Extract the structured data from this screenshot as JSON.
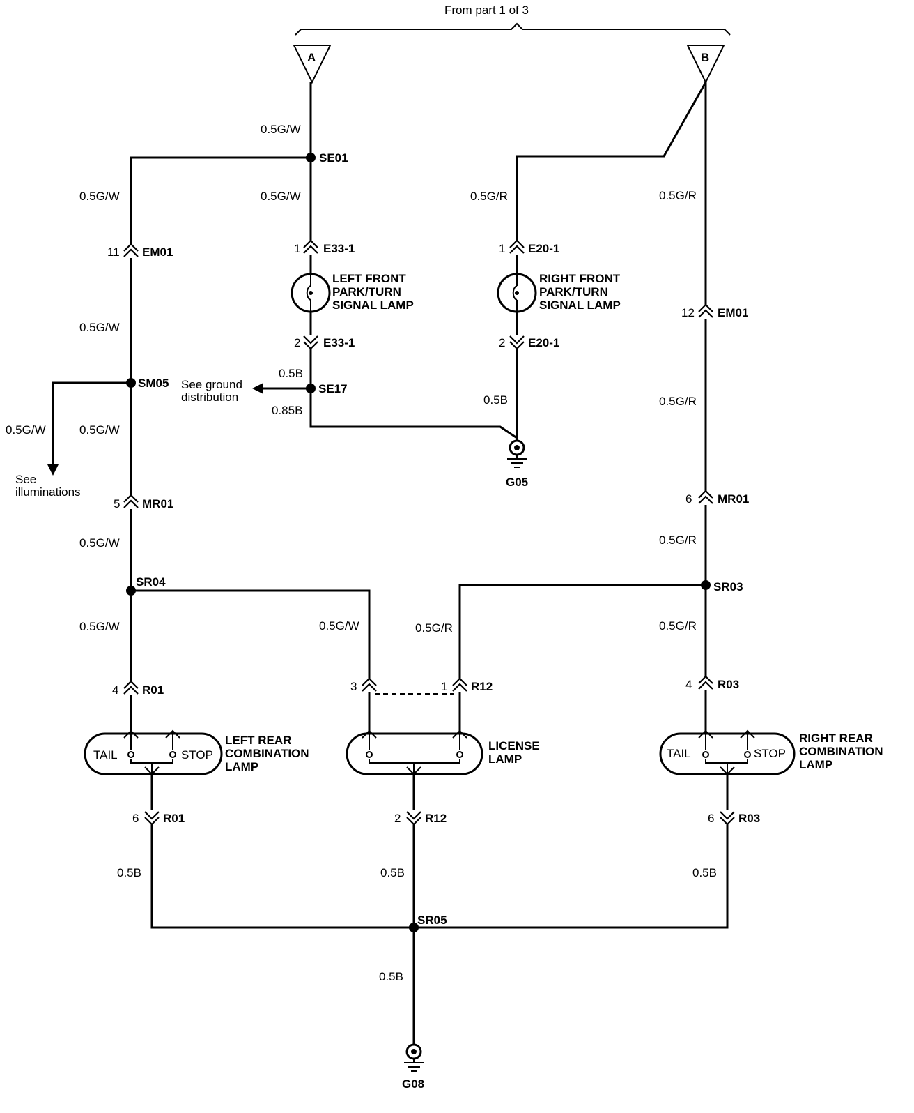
{
  "header": {
    "from_label": "From part 1 of 3"
  },
  "refs": {
    "a": "A",
    "b": "B",
    "see_ground": [
      "See ground",
      "distribution"
    ],
    "see_illum": [
      "See",
      "illuminations"
    ]
  },
  "wires": {
    "a_top": "0.5G/W",
    "left_top": "0.5G/W",
    "lf_top": "0.5G/W",
    "rf_top": "0.5G/R",
    "b_right": "0.5G/R",
    "left_mid": "0.5G/W",
    "se17_top": "0.5B",
    "se17_bot": "0.85B",
    "rf_bot": "0.5B",
    "right_mid": "0.5G/R",
    "illum_branch": "0.5G/W",
    "left_sm05": "0.5G/W",
    "left_mr01": "0.5G/W",
    "right_mr01": "0.5G/R",
    "left_sr04": "0.5G/W",
    "lic_left": "0.5G/W",
    "lic_right": "0.5G/R",
    "right_sr03": "0.5G/R",
    "r01_bot": "0.5B",
    "r12_bot": "0.5B",
    "r03_bot": "0.5B",
    "sr05_bot": "0.5B"
  },
  "splices": {
    "se01": "SE01",
    "sm05": "SM05",
    "se17": "SE17",
    "sr04": "SR04",
    "sr03": "SR03",
    "sr05": "SR05"
  },
  "connectors": {
    "em01_l": {
      "pin": "11",
      "name": "EM01"
    },
    "e33_top": {
      "pin": "1",
      "name": "E33-1"
    },
    "e33_bot": {
      "pin": "2",
      "name": "E33-1"
    },
    "e20_top": {
      "pin": "1",
      "name": "E20-1"
    },
    "e20_bot": {
      "pin": "2",
      "name": "E20-1"
    },
    "em01_r": {
      "pin": "12",
      "name": "EM01"
    },
    "mr01_l": {
      "pin": "5",
      "name": "MR01"
    },
    "mr01_r": {
      "pin": "6",
      "name": "MR01"
    },
    "r01_top": {
      "pin": "4",
      "name": "R01"
    },
    "r12_top": {
      "pin_l": "3",
      "pin": "1",
      "name": "R12"
    },
    "r03_top": {
      "pin": "4",
      "name": "R03"
    },
    "r01_bot": {
      "pin": "6",
      "name": "R01"
    },
    "r12_bot": {
      "pin": "2",
      "name": "R12"
    },
    "r03_bot": {
      "pin": "6",
      "name": "R03"
    }
  },
  "components": {
    "lf_lamp": [
      "LEFT FRONT",
      "PARK/TURN",
      "SIGNAL LAMP"
    ],
    "rf_lamp": [
      "RIGHT FRONT",
      "PARK/TURN",
      "SIGNAL LAMP"
    ],
    "lr_lamp": [
      "LEFT REAR",
      "COMBINATION",
      "LAMP"
    ],
    "lic_lamp": [
      "LICENSE",
      "LAMP"
    ],
    "rr_lamp": [
      "RIGHT REAR",
      "COMBINATION",
      "LAMP"
    ],
    "tail": "TAIL",
    "stop": "STOP"
  },
  "grounds": {
    "g05": "G05",
    "g08": "G08"
  }
}
